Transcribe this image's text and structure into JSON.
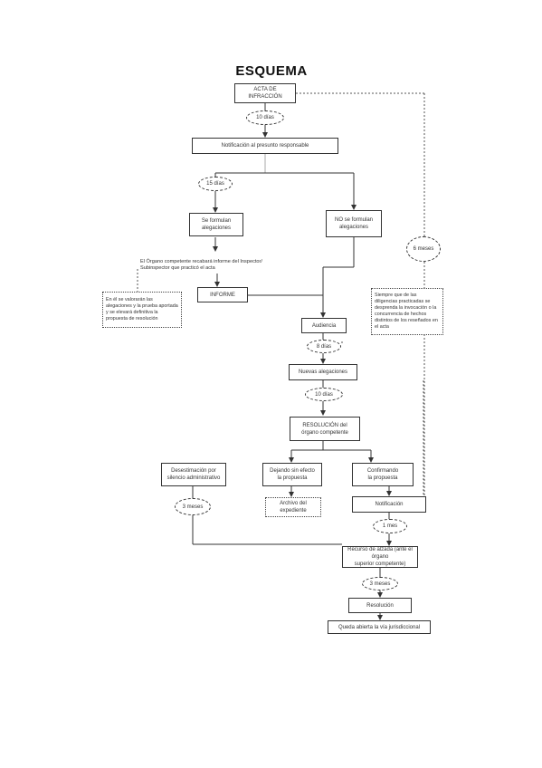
{
  "title": "ESQUEMA",
  "nodes": {
    "acta": "ACTA DE\nINFRACCIÓN",
    "d10a": "10 días",
    "notif_presunto": "Notificación al presunto responsable",
    "d15": "15 días",
    "se_formulan": "Se formulan\nalegaciones",
    "no_se_formulan": "NO se formulan\nalegaciones",
    "organo_informe": "El Órgano competente recabará informe del Inspector/\nSubinspector que practicó el acta",
    "informe": "INFORME",
    "nota_informe": "En él se valorarán las alegaciones y la prueba aportada y se elevará definitiva la propuesta de resolución",
    "audiencia": "Audiencia",
    "d8": "8 días",
    "nuevas_alegaciones": "Nuevas alegaciones",
    "d10b": "10 días",
    "resolucion_organo": "RESOLUCIÓN del\nórgano competente",
    "desestimacion": "Desestimación por\nsilencio administrativo",
    "dejando": "Dejando sin efecto\nla propuesta",
    "confirmando": "Confirmando\nla propuesta",
    "m3a": "3 meses",
    "archivo": "Archivo del\nexpediente",
    "notificacion": "Notificación",
    "m1": "1 mes",
    "m6": "6 meses",
    "nota_diligencias": "Siempre que de las diligencias practicadas se desprenda la invocación o la concurrencia de hechos distintos de los reseñados en el acta",
    "recurso": "Recurso de alzada (ante el órgano\nsuperior competente)",
    "m3b": "3 meses",
    "resolucion": "Resolución",
    "queda": "Queda abierta la vía jurisdiccional"
  }
}
